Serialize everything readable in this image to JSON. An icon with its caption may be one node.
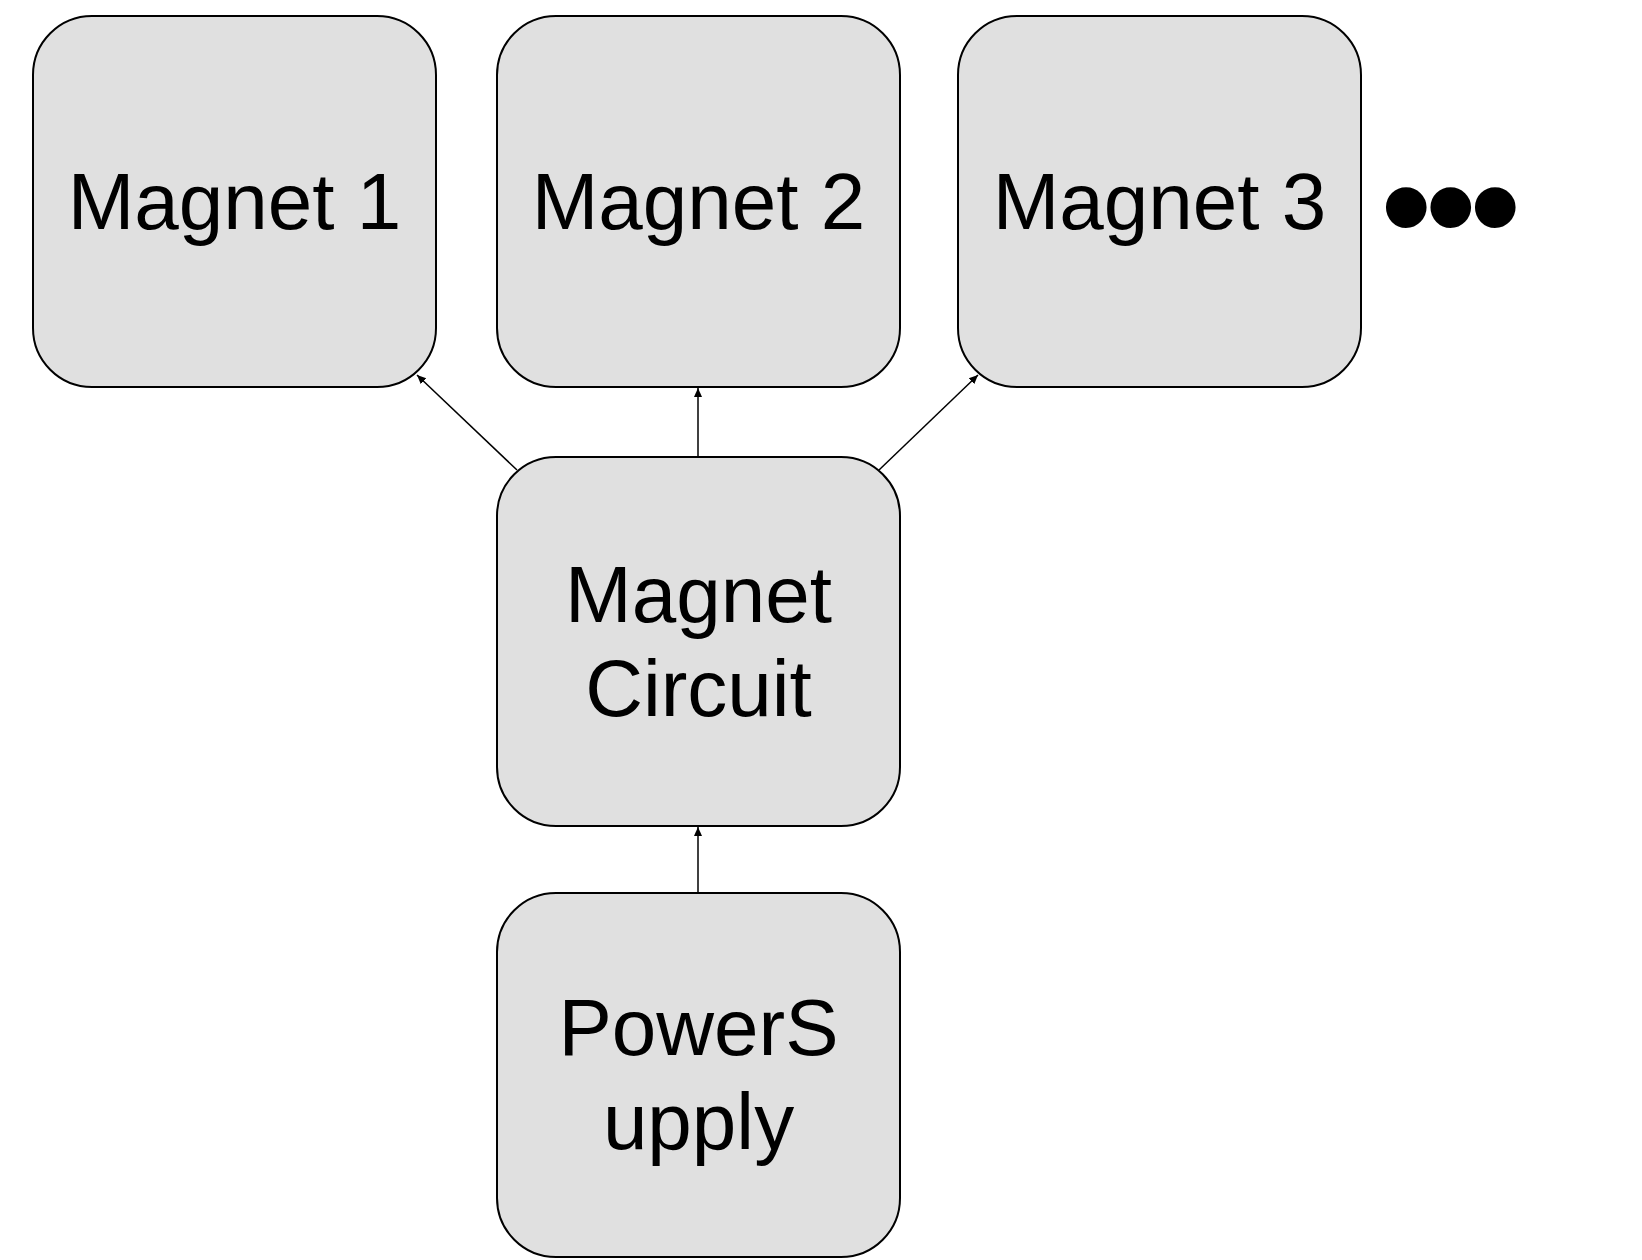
{
  "diagram": {
    "nodes": [
      {
        "text": [
          "Magnet 1"
        ]
      },
      {
        "text": [
          "Magnet 2"
        ]
      },
      {
        "text": [
          "Magnet 3"
        ]
      },
      {
        "text": [
          "Magnet Circuit"
        ]
      },
      {
        "text": [
          "PowerS upply"
        ]
      }
    ],
    "edges": [
      {
        "from": 3,
        "to": 0,
        "arrow": "to"
      },
      {
        "from": 3,
        "to": 1,
        "arrow": "to"
      },
      {
        "from": 3,
        "to": 2,
        "arrow": "to"
      },
      {
        "from": 4,
        "to": 3,
        "arrow": "to"
      }
    ],
    "labels": [
      "•••"
    ]
  }
}
